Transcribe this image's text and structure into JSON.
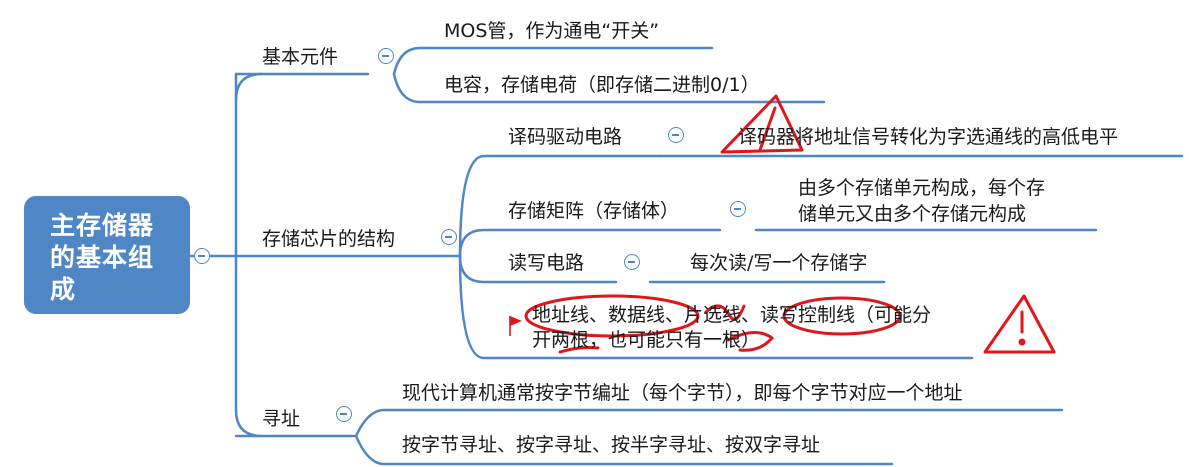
{
  "root": {
    "label": "主存储器的基本组成"
  },
  "branches": {
    "basic": {
      "label": "基本元件",
      "children": [
        "MOS管，作为通电“开关”",
        "电容，存储电荷（即存储二进制0/1）"
      ]
    },
    "chip": {
      "label": "存储芯片的结构",
      "children": {
        "decoder": {
          "label": "译码驱动电路",
          "detail": "译码器将地址信号转化为字选通线的高低电平"
        },
        "matrix": {
          "label": "存储矩阵（存储体）",
          "detail_line1": "由多个存储单元构成，每个存",
          "detail_line2": "储单元又由多个存储元构成"
        },
        "rw": {
          "label": "读写电路",
          "detail": "每次读/写一个存储字"
        },
        "lines": {
          "line1": "地址线、数据线、片选线、读写控制线（可能分",
          "line2": "开两根，也可能只有一根）"
        }
      }
    },
    "addressing": {
      "label": "寻址",
      "children": [
        "现代计算机通常按字节编址（每个字节），即每个字节对应一个地址",
        "按字节寻址、按字寻址、按半字寻址、按双字寻址"
      ]
    }
  },
  "colors": {
    "accent": "#4f86c6",
    "annotation": "#e0161b",
    "root_text": "#ffffff"
  }
}
